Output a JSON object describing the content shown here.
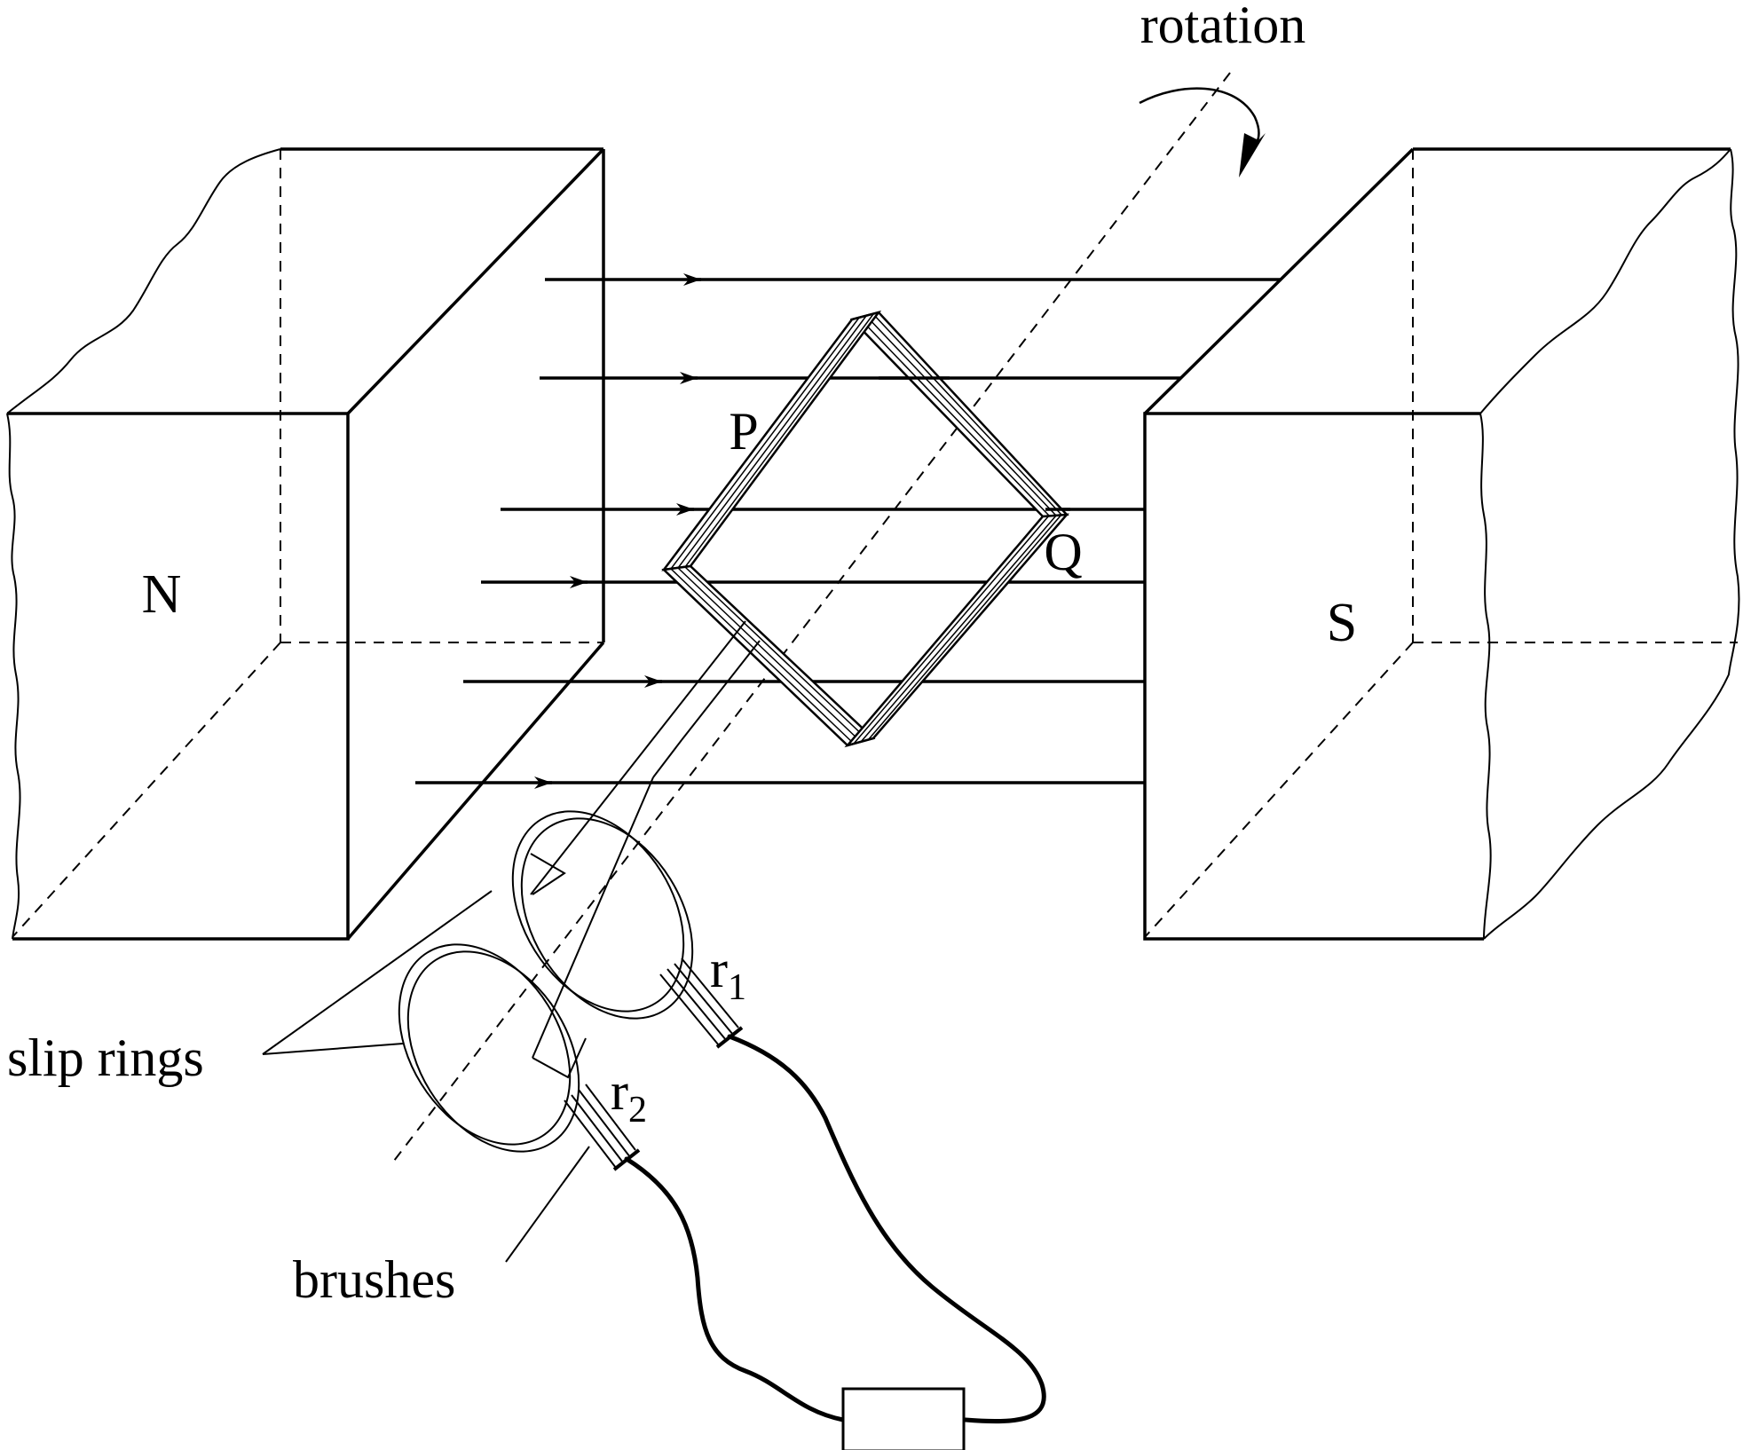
{
  "labels": {
    "rotation": "rotation",
    "north": "N",
    "south": "S",
    "side_p": "P",
    "side_q": "Q",
    "slip_rings": "slip rings",
    "brushes": "brushes",
    "ring1": {
      "base": "r",
      "sub": "1"
    },
    "ring2": {
      "base": "r",
      "sub": "2"
    }
  }
}
